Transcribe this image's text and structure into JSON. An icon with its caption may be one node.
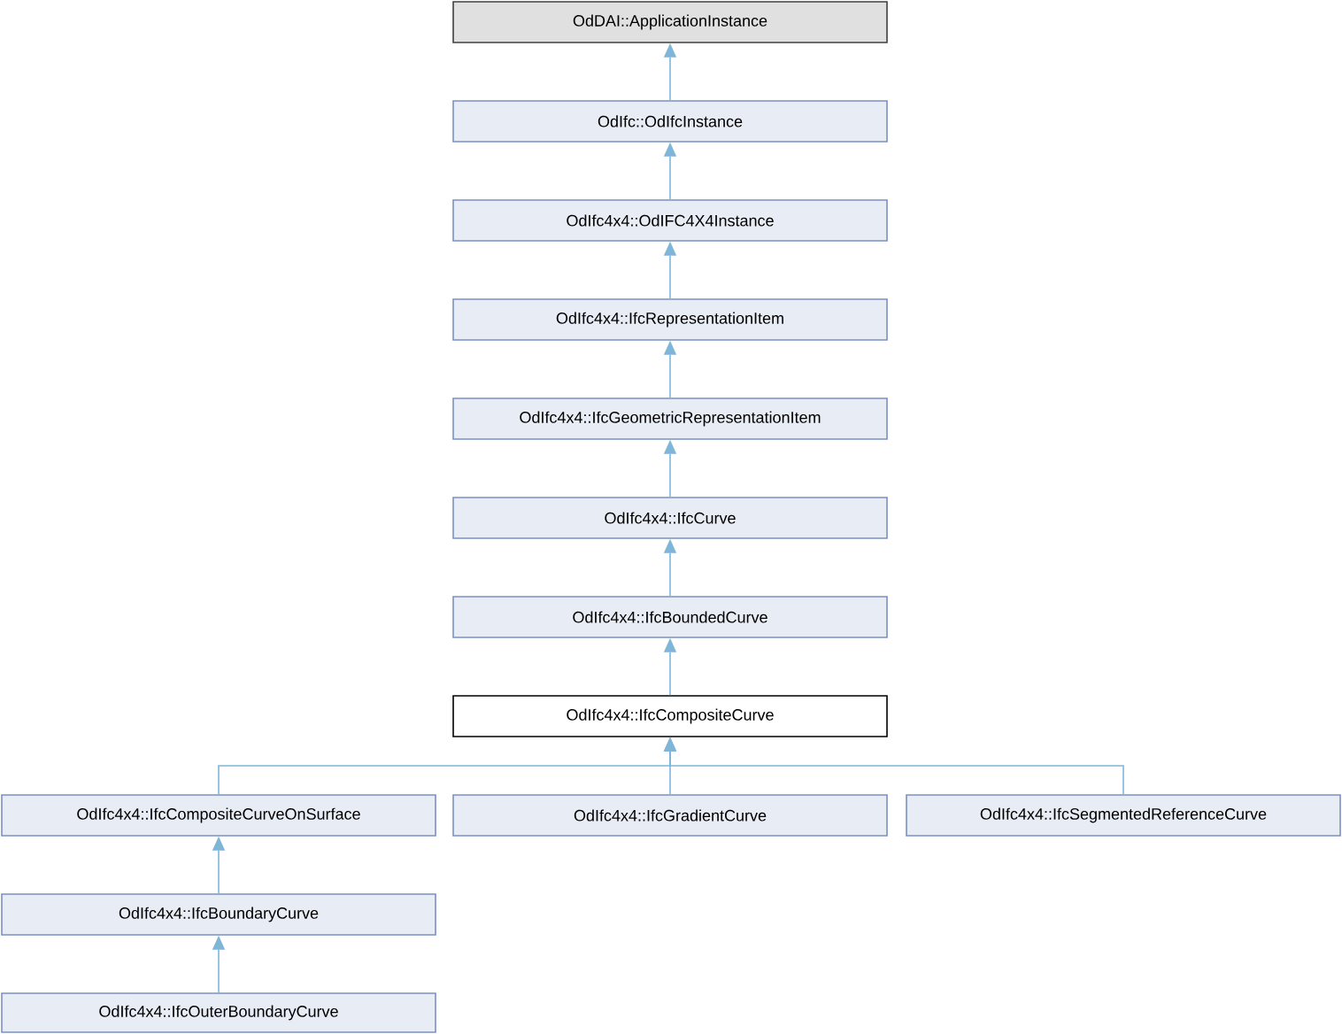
{
  "diagram": {
    "nodes": [
      {
        "text": [
          "OdDAI::ApplicationInstance"
        ]
      },
      {
        "text": [
          "OdIfc::OdIfcInstance"
        ]
      },
      {
        "text": [
          "OdIfc4x4::OdIFC4X4Instance"
        ]
      },
      {
        "text": [
          "OdIfc4x4::IfcRepresentationItem"
        ]
      },
      {
        "text": [
          "OdIfc4x4::IfcGeometricRepresentationItem"
        ]
      },
      {
        "text": [
          "OdIfc4x4::IfcCurve"
        ]
      },
      {
        "text": [
          "OdIfc4x4::IfcBoundedCurve"
        ]
      },
      {
        "text": [
          "OdIfc4x4::IfcCompositeCurve"
        ]
      },
      {
        "text": [
          "OdIfc4x4::IfcCompositeCurveOnSurface"
        ]
      },
      {
        "text": [
          "OdIfc4x4::IfcGradientCurve"
        ]
      },
      {
        "text": [
          "OdIfc4x4::IfcSegmentedReferenceCurve"
        ]
      },
      {
        "text": [
          "OdIfc4x4::IfcBoundaryCurve"
        ]
      },
      {
        "text": [
          "OdIfc4x4::IfcOuterBoundaryCurve"
        ]
      }
    ],
    "edges": [
      {
        "from": 1,
        "to": 0,
        "arrow": "to"
      },
      {
        "from": 2,
        "to": 1,
        "arrow": "to"
      },
      {
        "from": 3,
        "to": 2,
        "arrow": "to"
      },
      {
        "from": 4,
        "to": 3,
        "arrow": "to"
      },
      {
        "from": 5,
        "to": 4,
        "arrow": "to"
      },
      {
        "from": 6,
        "to": 5,
        "arrow": "to"
      },
      {
        "from": 7,
        "to": 6,
        "arrow": "to"
      },
      {
        "from": 8,
        "to": 7,
        "arrow": "to"
      },
      {
        "from": 9,
        "to": 7,
        "arrow": "to"
      },
      {
        "from": 10,
        "to": 7,
        "arrow": "to"
      },
      {
        "from": 11,
        "to": 8,
        "arrow": "to"
      },
      {
        "from": 12,
        "to": 11,
        "arrow": "to"
      }
    ]
  }
}
